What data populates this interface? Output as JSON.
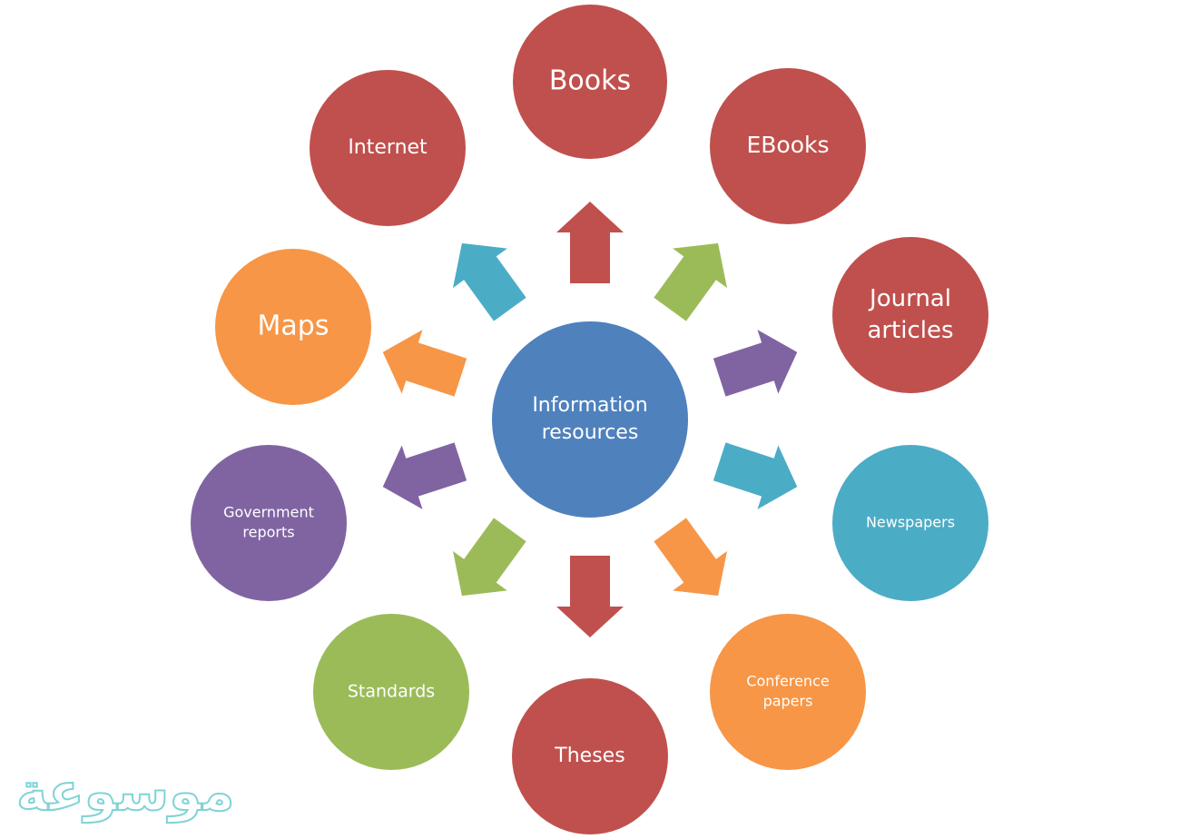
{
  "center": {
    "label_lines": [
      "Information",
      "resources"
    ],
    "color": "#4f81bd"
  },
  "nodes": [
    {
      "label_lines": [
        "Books"
      ],
      "color": "#c0504d",
      "arrow_color": "#c0504d"
    },
    {
      "label_lines": [
        "EBooks"
      ],
      "color": "#c0504d",
      "arrow_color": "#9bbb59"
    },
    {
      "label_lines": [
        "Journal",
        "articles"
      ],
      "color": "#c0504d",
      "arrow_color": "#8064a2"
    },
    {
      "label_lines": [
        "Newspapers"
      ],
      "color": "#4bacc6",
      "arrow_color": "#4bacc6"
    },
    {
      "label_lines": [
        "Conference",
        "papers"
      ],
      "color": "#f79646",
      "arrow_color": "#f79646"
    },
    {
      "label_lines": [
        "Theses"
      ],
      "color": "#c0504d",
      "arrow_color": "#c0504d"
    },
    {
      "label_lines": [
        "Standards"
      ],
      "color": "#9bbb59",
      "arrow_color": "#9bbb59"
    },
    {
      "label_lines": [
        "Government",
        "reports"
      ],
      "color": "#8064a2",
      "arrow_color": "#8064a2"
    },
    {
      "label_lines": [
        "Maps"
      ],
      "color": "#f79646",
      "arrow_color": "#f79646"
    },
    {
      "label_lines": [
        "Internet"
      ],
      "color": "#c0504d",
      "arrow_color": "#4bacc6"
    }
  ],
  "watermark": "موسوعة"
}
